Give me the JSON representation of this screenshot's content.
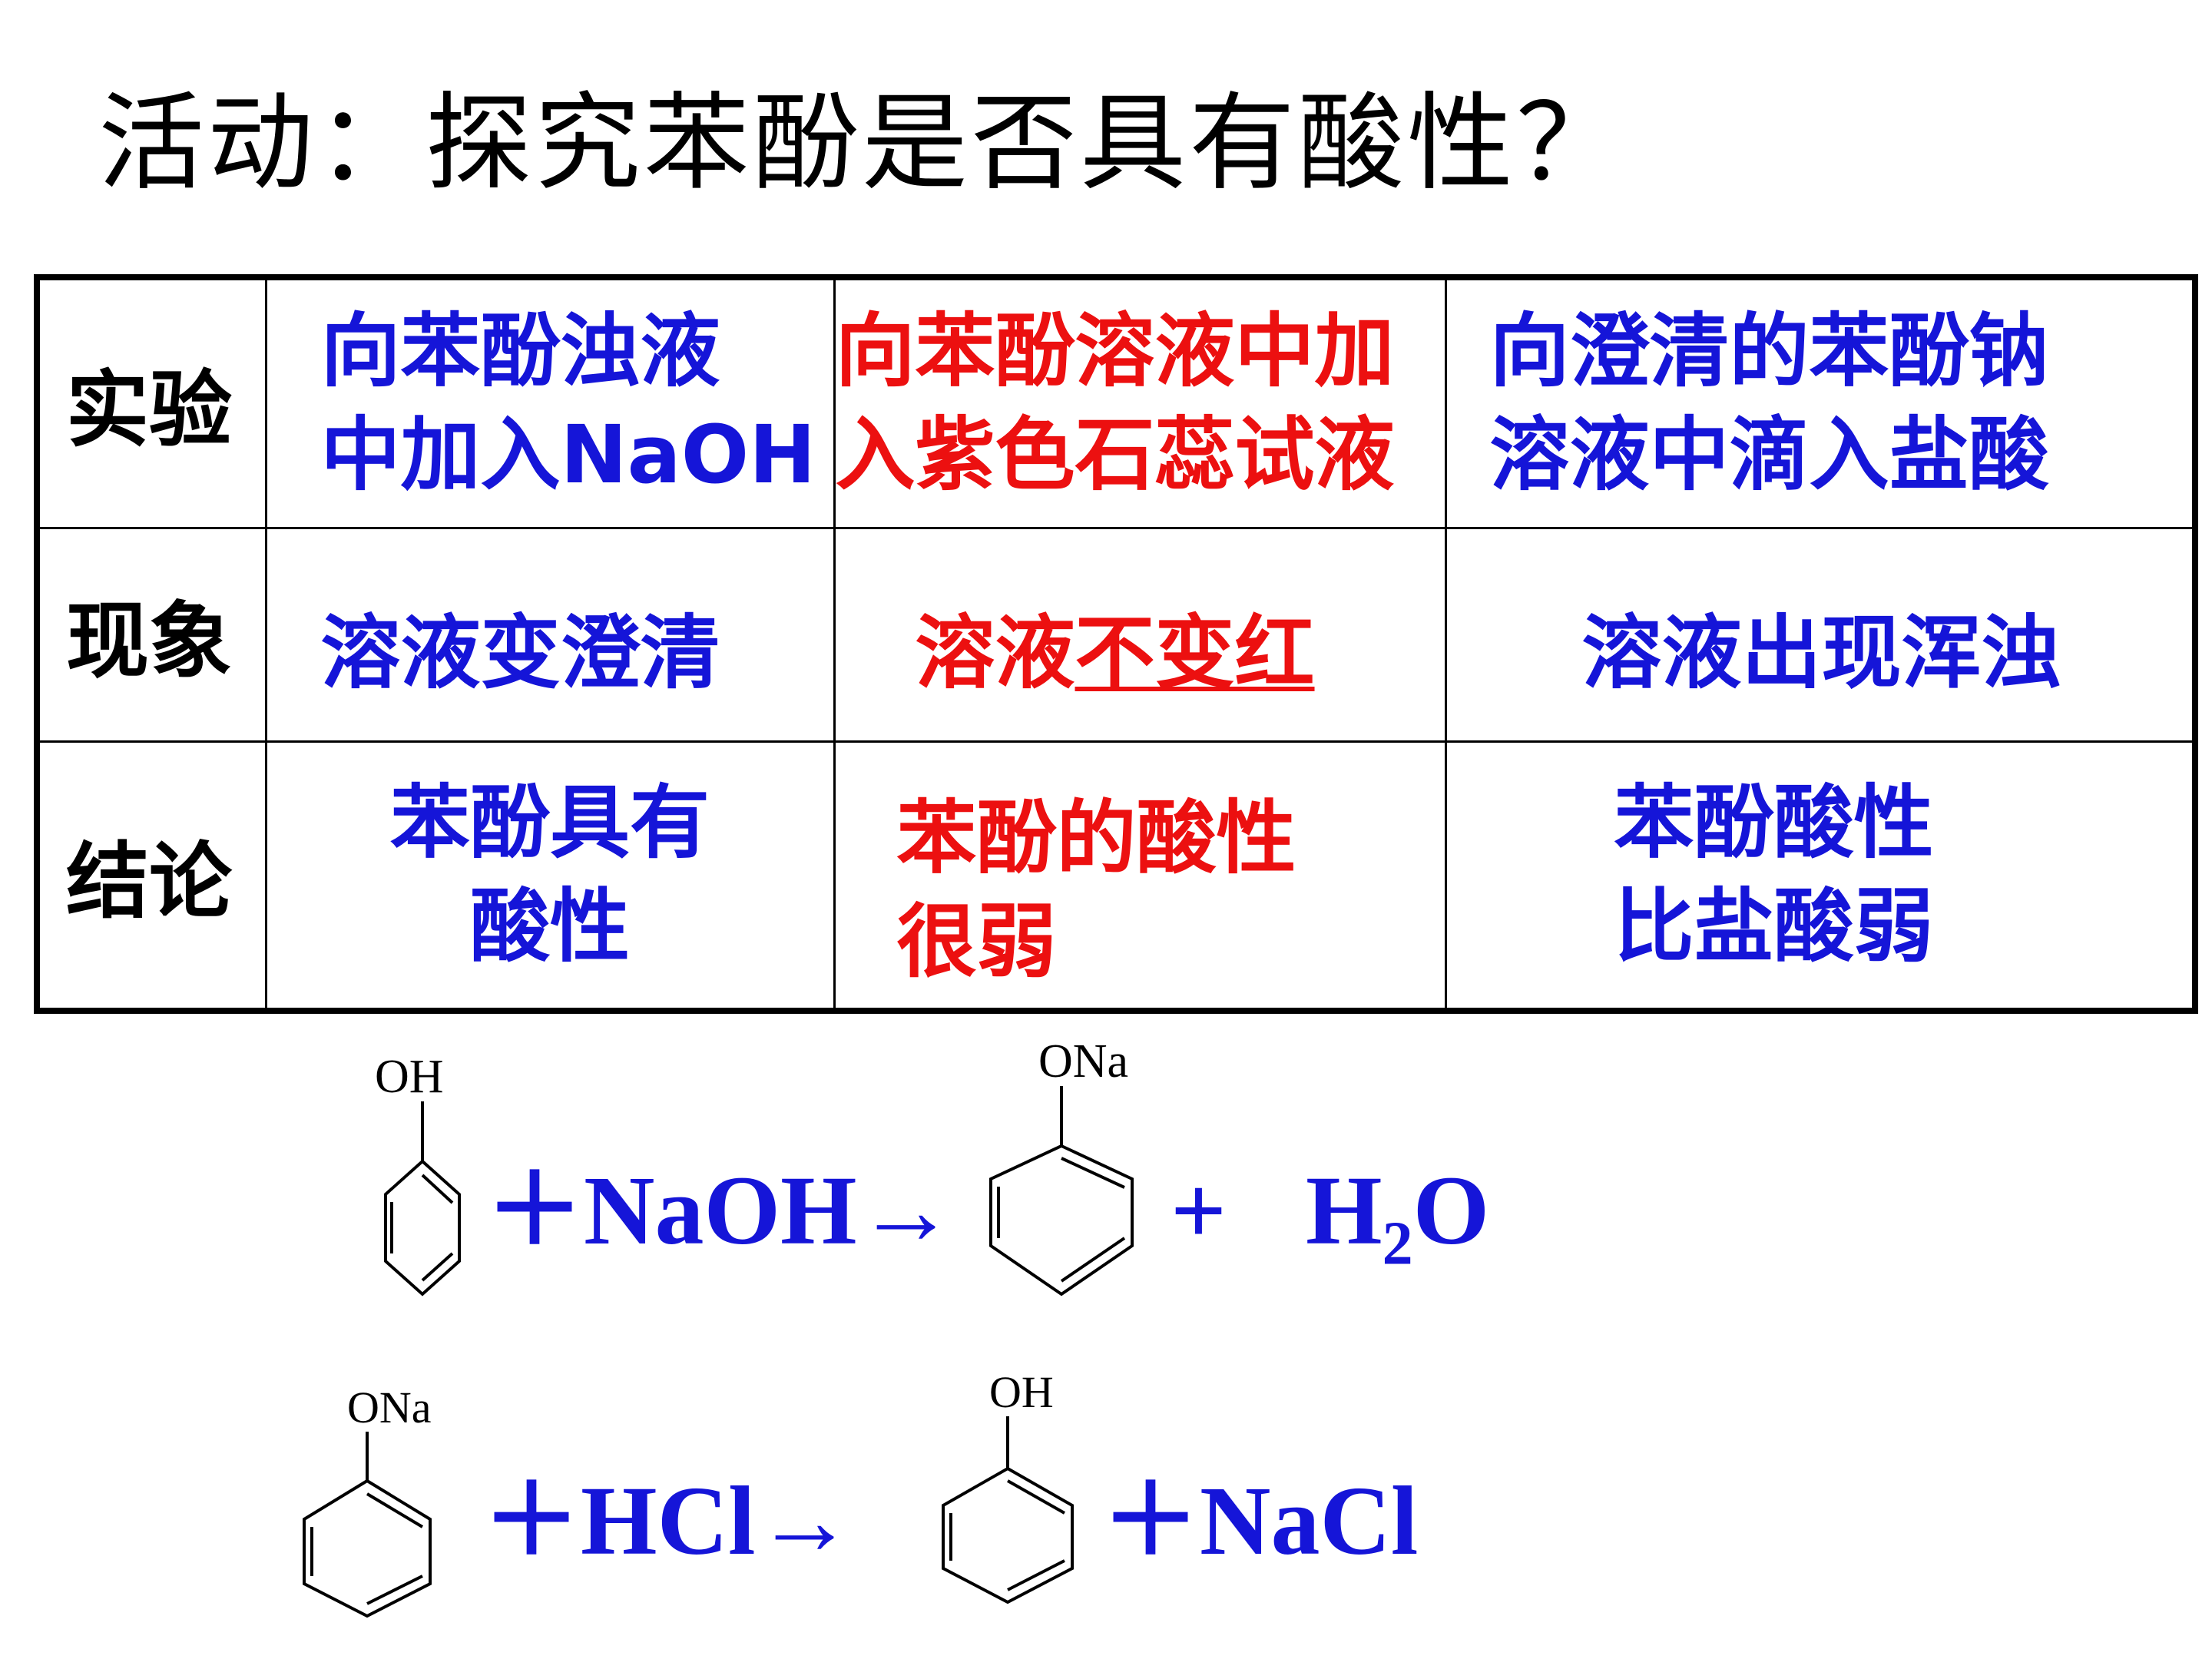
{
  "title": "活动：探究苯酚是否具有酸性？",
  "table": {
    "row_headers": [
      "实验",
      "现象",
      "结论"
    ],
    "experiment": [
      {
        "line1": "向苯酚浊液",
        "line2": "中加入NaOH"
      },
      {
        "line1": "向苯酚溶液中加",
        "line2": "入紫色石蕊试液"
      },
      {
        "line1": "向澄清的苯酚钠",
        "line2": "溶液中滴入盐酸"
      }
    ],
    "phenomenon": [
      {
        "text": "溶液变澄清"
      },
      {
        "prefix": "溶液",
        "underlined": "不变红"
      },
      {
        "text": "溶液出现浑浊"
      }
    ],
    "conclusion": [
      {
        "line1": "苯酚具有",
        "line2": "酸性"
      },
      {
        "line1": "苯酚的酸性",
        "line2": "很弱"
      },
      {
        "line1": "苯酚酸性",
        "line2": "比盐酸弱"
      }
    ]
  },
  "equations": {
    "eq1": {
      "reactant_label": "OH",
      "reagent": "＋NaOH→",
      "product_label": "ONa",
      "plus": "+",
      "water_h": "H",
      "water_sub": "2",
      "water_o": "O"
    },
    "eq2": {
      "reactant_label": "ONa",
      "reagent": "＋HCl→",
      "product_label": "OH",
      "byproduct": "＋NaCl"
    }
  },
  "colors": {
    "blue": "#1515d8",
    "red": "#ec1010",
    "black": "#000000"
  }
}
